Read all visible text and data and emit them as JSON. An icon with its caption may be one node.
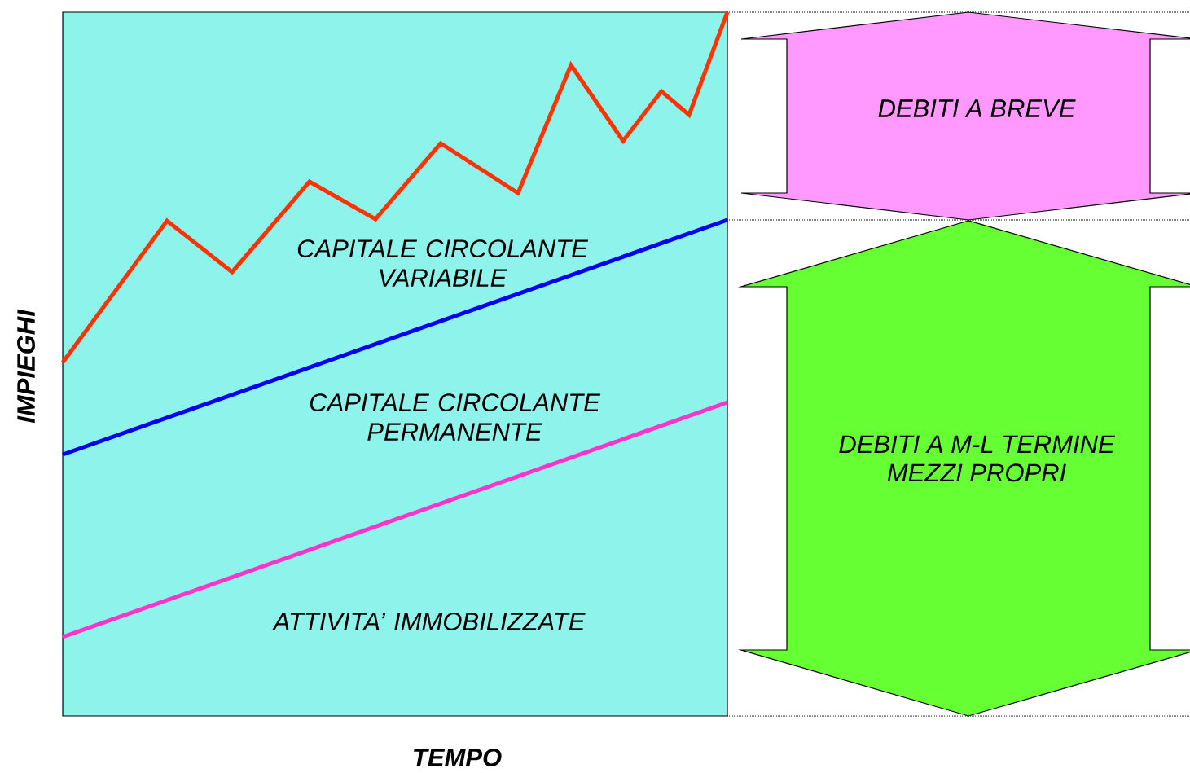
{
  "diagram": {
    "nodes": [
      {
        "text": [
          "CAPITALE CIRCOLANTE VARIABILE",
          "CAPITALE CIRCOLANTE PERMANENTE",
          "ATTIVITA’ IMMOBILIZZATE"
        ]
      },
      {
        "text": [
          "DEBITI A BREVE"
        ]
      },
      {
        "text": [
          "DEBITI A M-L TERMINE",
          "MEZZI PROPRI"
        ]
      }
    ],
    "labels": [
      "IMPIEGHI",
      "TEMPO"
    ]
  }
}
